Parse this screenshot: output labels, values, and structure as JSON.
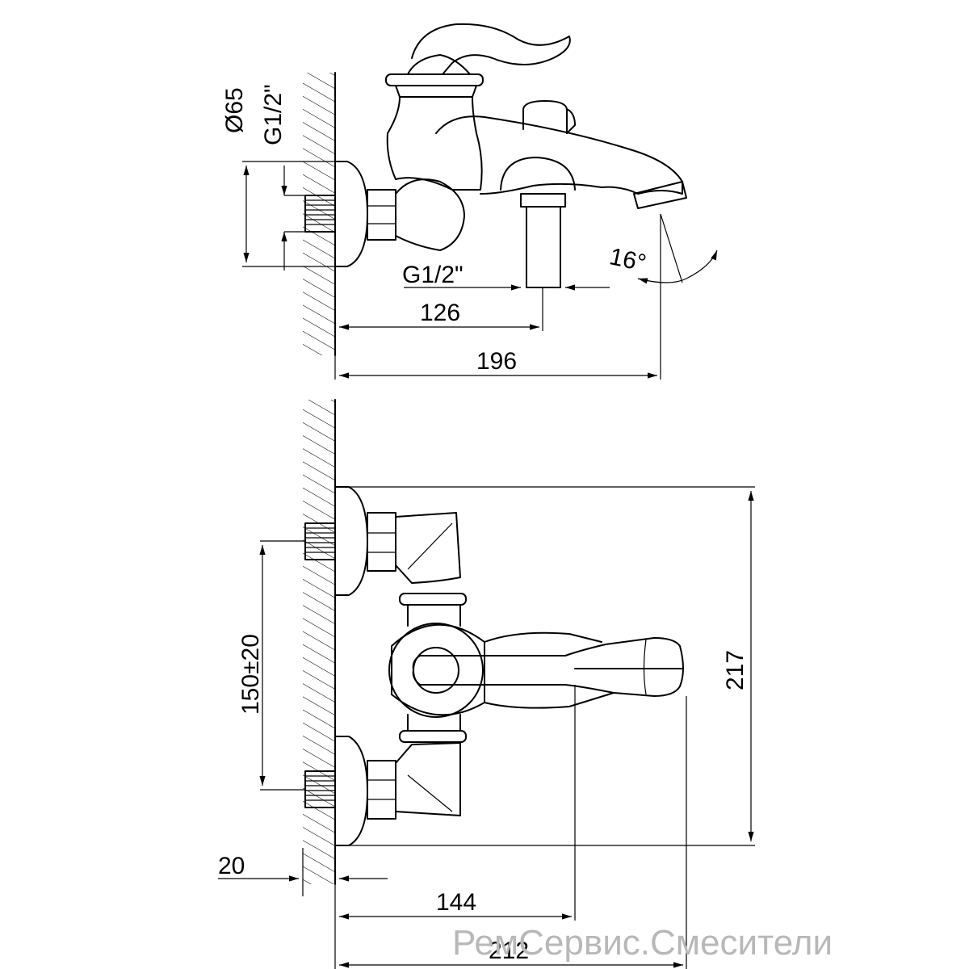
{
  "labels": {
    "diameter": "Ø65",
    "thread_top": "G1/2\"",
    "thread_mid": "G1/2\"",
    "angle": "16°",
    "dim_126": "126",
    "dim_196": "196",
    "dim_150": "150±20",
    "dim_217": "217",
    "dim_20": "20",
    "dim_144": "144",
    "dim_212": "212"
  },
  "watermark": "РемСервис.Смесители"
}
